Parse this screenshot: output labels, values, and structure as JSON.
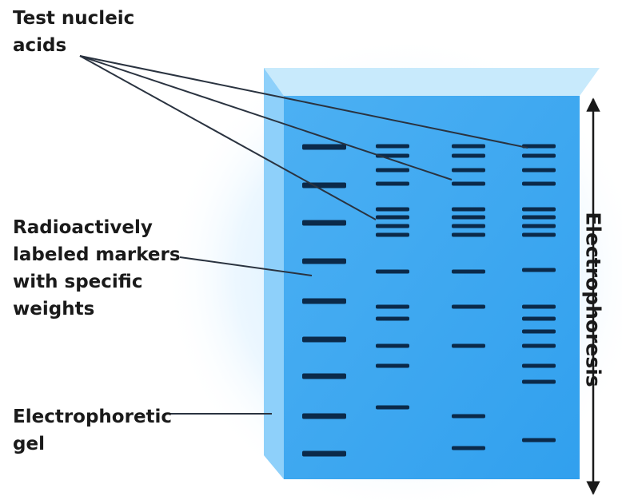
{
  "labels": {
    "test_nucleic_acids": [
      "Test nucleic",
      "acids"
    ],
    "markers": [
      "Radioactively",
      "labeled markers",
      "with specific",
      "weights"
    ],
    "gel": [
      "Electrophoretic",
      "gel"
    ],
    "axis": "Electrophoresis"
  },
  "colors": {
    "gel_front": "#3aa5f0",
    "gel_top": "#c8eafc",
    "gel_side": "#8ed0fa",
    "band": "#0b2a4a",
    "text": "#1a1a1a"
  }
}
